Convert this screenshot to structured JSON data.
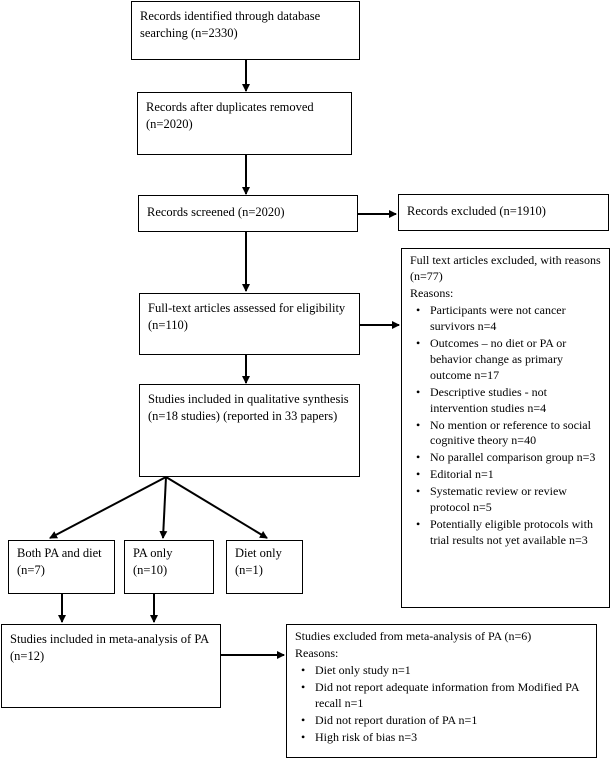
{
  "flow": {
    "identified": "Records identified through database searching (n=2330)",
    "after_duplicates": "Records after duplicates removed (n=2020)",
    "screened": "Records screened (n=2020)",
    "excluded": "Records excluded (n=1910)",
    "full_text_assessed": "Full-text articles assessed for eligibility (n=110)",
    "full_text_excluded": {
      "title": "Full text articles excluded, with reasons (n=77)",
      "reasons_label": "Reasons:",
      "items": [
        "Participants were not cancer survivors n=4",
        "Outcomes – no diet or PA or behavior change as primary outcome n=17",
        "Descriptive studies - not intervention studies n=4",
        "No mention or reference to social cognitive theory n=40",
        "No parallel comparison group n=3",
        "Editorial n=1",
        "Systematic review or review protocol n=5",
        "Potentially eligible protocols with trial results not yet available n=3"
      ]
    },
    "qualitative": "Studies included in qualitative synthesis (n=18 studies) (reported in 33 papers)",
    "both": "Both PA and diet (n=7)",
    "pa_only": "PA only (n=10)",
    "diet_only": "Diet only (n=1)",
    "meta_included": "Studies included in meta-analysis of PA (n=12)",
    "meta_excluded": {
      "title": "Studies excluded from meta-analysis of PA (n=6)",
      "reasons_label": "Reasons:",
      "items": [
        "Diet only study n=1",
        "Did not report adequate information from Modified PA recall n=1",
        "Did not report duration of PA n=1",
        "High risk of bias n=3"
      ]
    }
  }
}
